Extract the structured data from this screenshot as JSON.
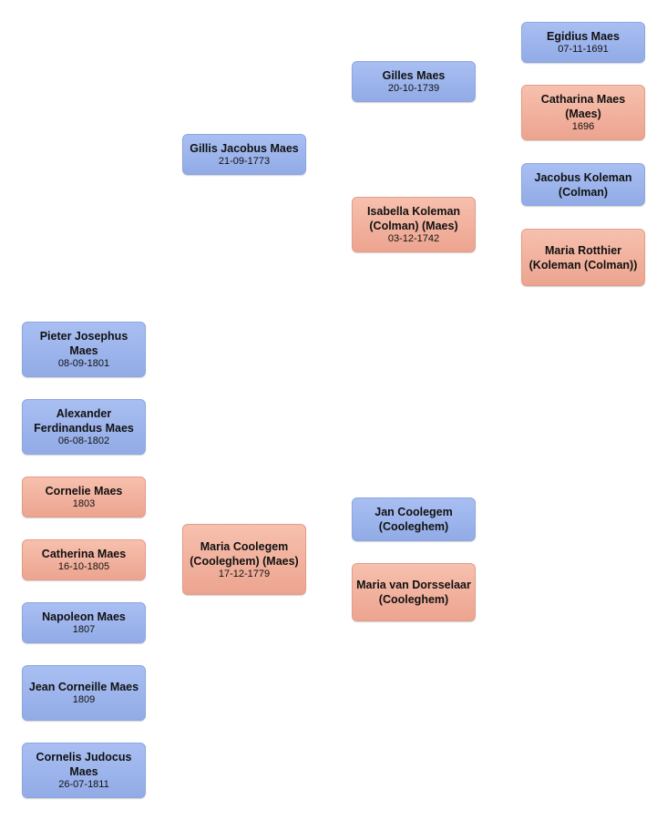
{
  "people": {
    "egidius": {
      "name": "Egidius Maes",
      "date": "07-11-1691",
      "sex": "male"
    },
    "catharina_maes": {
      "name": "Catharina Maes (Maes)",
      "date": "1696",
      "sex": "female"
    },
    "jacobus_koleman": {
      "name": "Jacobus Koleman (Colman)",
      "date": "",
      "sex": "male"
    },
    "maria_rotthier": {
      "name": "Maria Rotthier (Koleman (Colman))",
      "date": "",
      "sex": "female"
    },
    "gilles": {
      "name": "Gilles Maes",
      "date": "20-10-1739",
      "sex": "male"
    },
    "isabella": {
      "name": "Isabella Koleman (Colman) (Maes)",
      "date": "03-12-1742",
      "sex": "female"
    },
    "jan_coolegem": {
      "name": "Jan Coolegem (Cooleghem)",
      "date": "",
      "sex": "male"
    },
    "maria_van_dorsselaar": {
      "name": "Maria van Dorsselaar (Cooleghem)",
      "date": "",
      "sex": "female"
    },
    "gillis_jacobus": {
      "name": "Gillis Jacobus Maes",
      "date": "21-09-1773",
      "sex": "male"
    },
    "maria_coolegem": {
      "name": "Maria Coolegem (Cooleghem) (Maes)",
      "date": "17-12-1779",
      "sex": "female"
    },
    "pieter_josephus": {
      "name": "Pieter Josephus Maes",
      "date": "08-09-1801",
      "sex": "male"
    },
    "alexander": {
      "name": "Alexander Ferdinandus Maes",
      "date": "06-08-1802",
      "sex": "male"
    },
    "cornelie": {
      "name": "Cornelie Maes",
      "date": "1803",
      "sex": "female"
    },
    "catherina": {
      "name": "Catherina Maes",
      "date": "16-10-1805",
      "sex": "female"
    },
    "napoleon": {
      "name": "Napoleon Maes",
      "date": "1807",
      "sex": "male"
    },
    "jean_corneille": {
      "name": "Jean Corneille Maes",
      "date": "1809",
      "sex": "male"
    },
    "cornelis_judocus": {
      "name": "Cornelis Judocus Maes",
      "date": "26-07-1811",
      "sex": "male"
    }
  }
}
